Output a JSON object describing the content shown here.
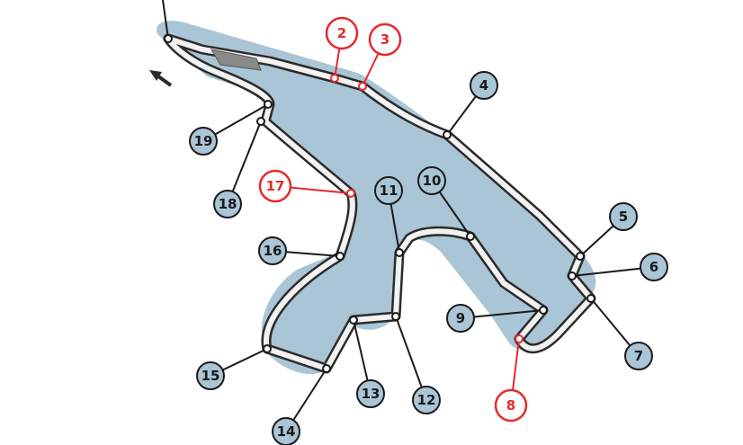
{
  "track": {
    "turns": [
      {
        "number": "2",
        "highlight": true
      },
      {
        "number": "3",
        "highlight": true
      },
      {
        "number": "4",
        "highlight": false
      },
      {
        "number": "5",
        "highlight": false
      },
      {
        "number": "6",
        "highlight": false
      },
      {
        "number": "7",
        "highlight": false
      },
      {
        "number": "8",
        "highlight": true
      },
      {
        "number": "9",
        "highlight": false
      },
      {
        "number": "10",
        "highlight": false
      },
      {
        "number": "11",
        "highlight": false
      },
      {
        "number": "12",
        "highlight": false
      },
      {
        "number": "13",
        "highlight": false
      },
      {
        "number": "14",
        "highlight": false
      },
      {
        "number": "15",
        "highlight": false
      },
      {
        "number": "16",
        "highlight": false
      },
      {
        "number": "17",
        "highlight": true
      },
      {
        "number": "18",
        "highlight": false
      },
      {
        "number": "19",
        "highlight": false
      }
    ]
  },
  "colors": {
    "track_fill": "#a9c5d6",
    "track_surface": "#f2f2f2",
    "track_edge": "#2b2b2b",
    "normal_badge": "#a9c5d6",
    "highlight_ring": "#e8282b",
    "text_dark": "#1a1a1a"
  },
  "icons": {
    "direction_arrow": "direction-arrow-icon"
  }
}
